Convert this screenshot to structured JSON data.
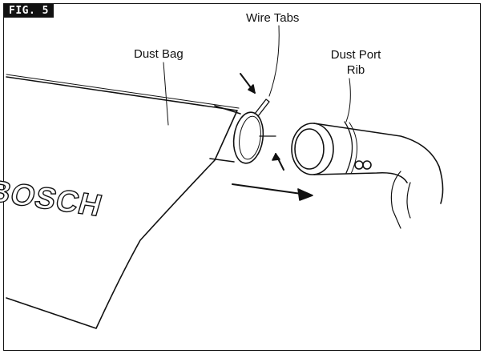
{
  "figure": {
    "badge": "FIG. 5"
  },
  "labels": {
    "wire_tabs": "Wire Tabs",
    "dust_bag": "Dust Bag",
    "dust_port_rib_line1": "Dust Port",
    "dust_port_rib_line2": "Rib"
  },
  "brand": {
    "logo_text": "BOSCH"
  },
  "colors": {
    "ink": "#111111",
    "background": "#ffffff"
  }
}
